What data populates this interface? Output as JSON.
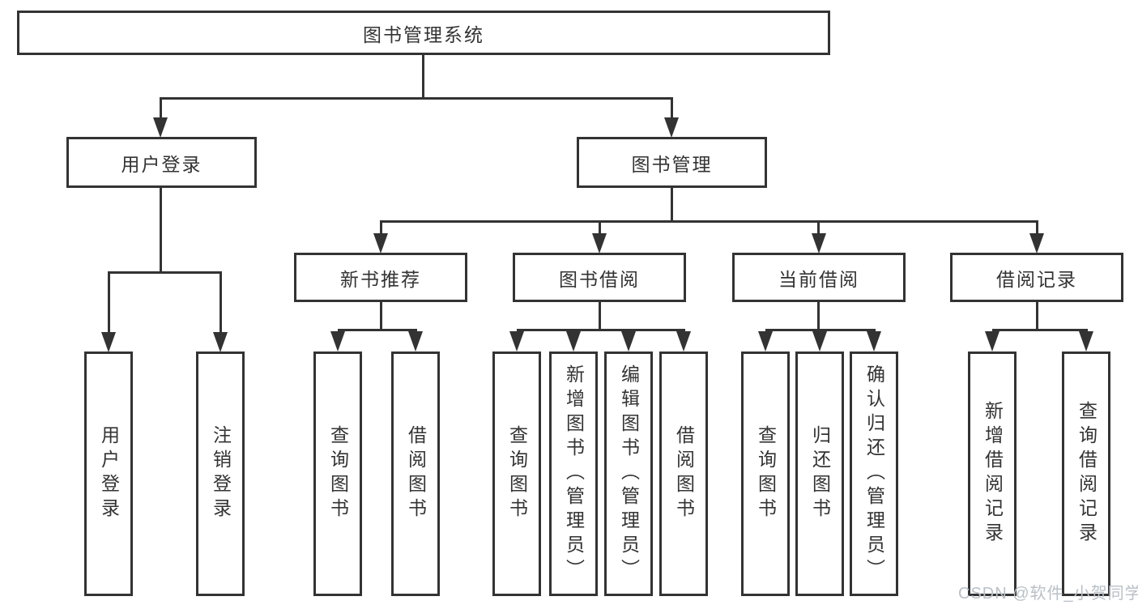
{
  "tree": {
    "label": "图书管理系统",
    "children": [
      {
        "label": "用户登录",
        "children": [
          {
            "label": "用户登录"
          },
          {
            "label": "注销登录"
          }
        ]
      },
      {
        "label": "图书管理",
        "children": [
          {
            "label": "新书推荐",
            "children": [
              {
                "label": "查询图书"
              },
              {
                "label": "借阅图书"
              }
            ]
          },
          {
            "label": "图书借阅",
            "children": [
              {
                "label": "查询图书"
              },
              {
                "label": "新增图书（管理员）"
              },
              {
                "label": "编辑图书（管理员）"
              },
              {
                "label": "借阅图书"
              }
            ]
          },
          {
            "label": "当前借阅",
            "children": [
              {
                "label": "查询图书"
              },
              {
                "label": "归还图书"
              },
              {
                "label": "确认归还（管理员）"
              }
            ]
          },
          {
            "label": "借阅记录",
            "children": [
              {
                "label": "新增借阅记录"
              },
              {
                "label": "查询借阅记录"
              }
            ]
          }
        ]
      }
    ]
  },
  "watermark": {
    "text": "CSDN @软件_小贺同学",
    "color": "#b9c0c8"
  },
  "colors": {
    "line": "#333333",
    "text": "#333333",
    "background": "#ffffff"
  }
}
